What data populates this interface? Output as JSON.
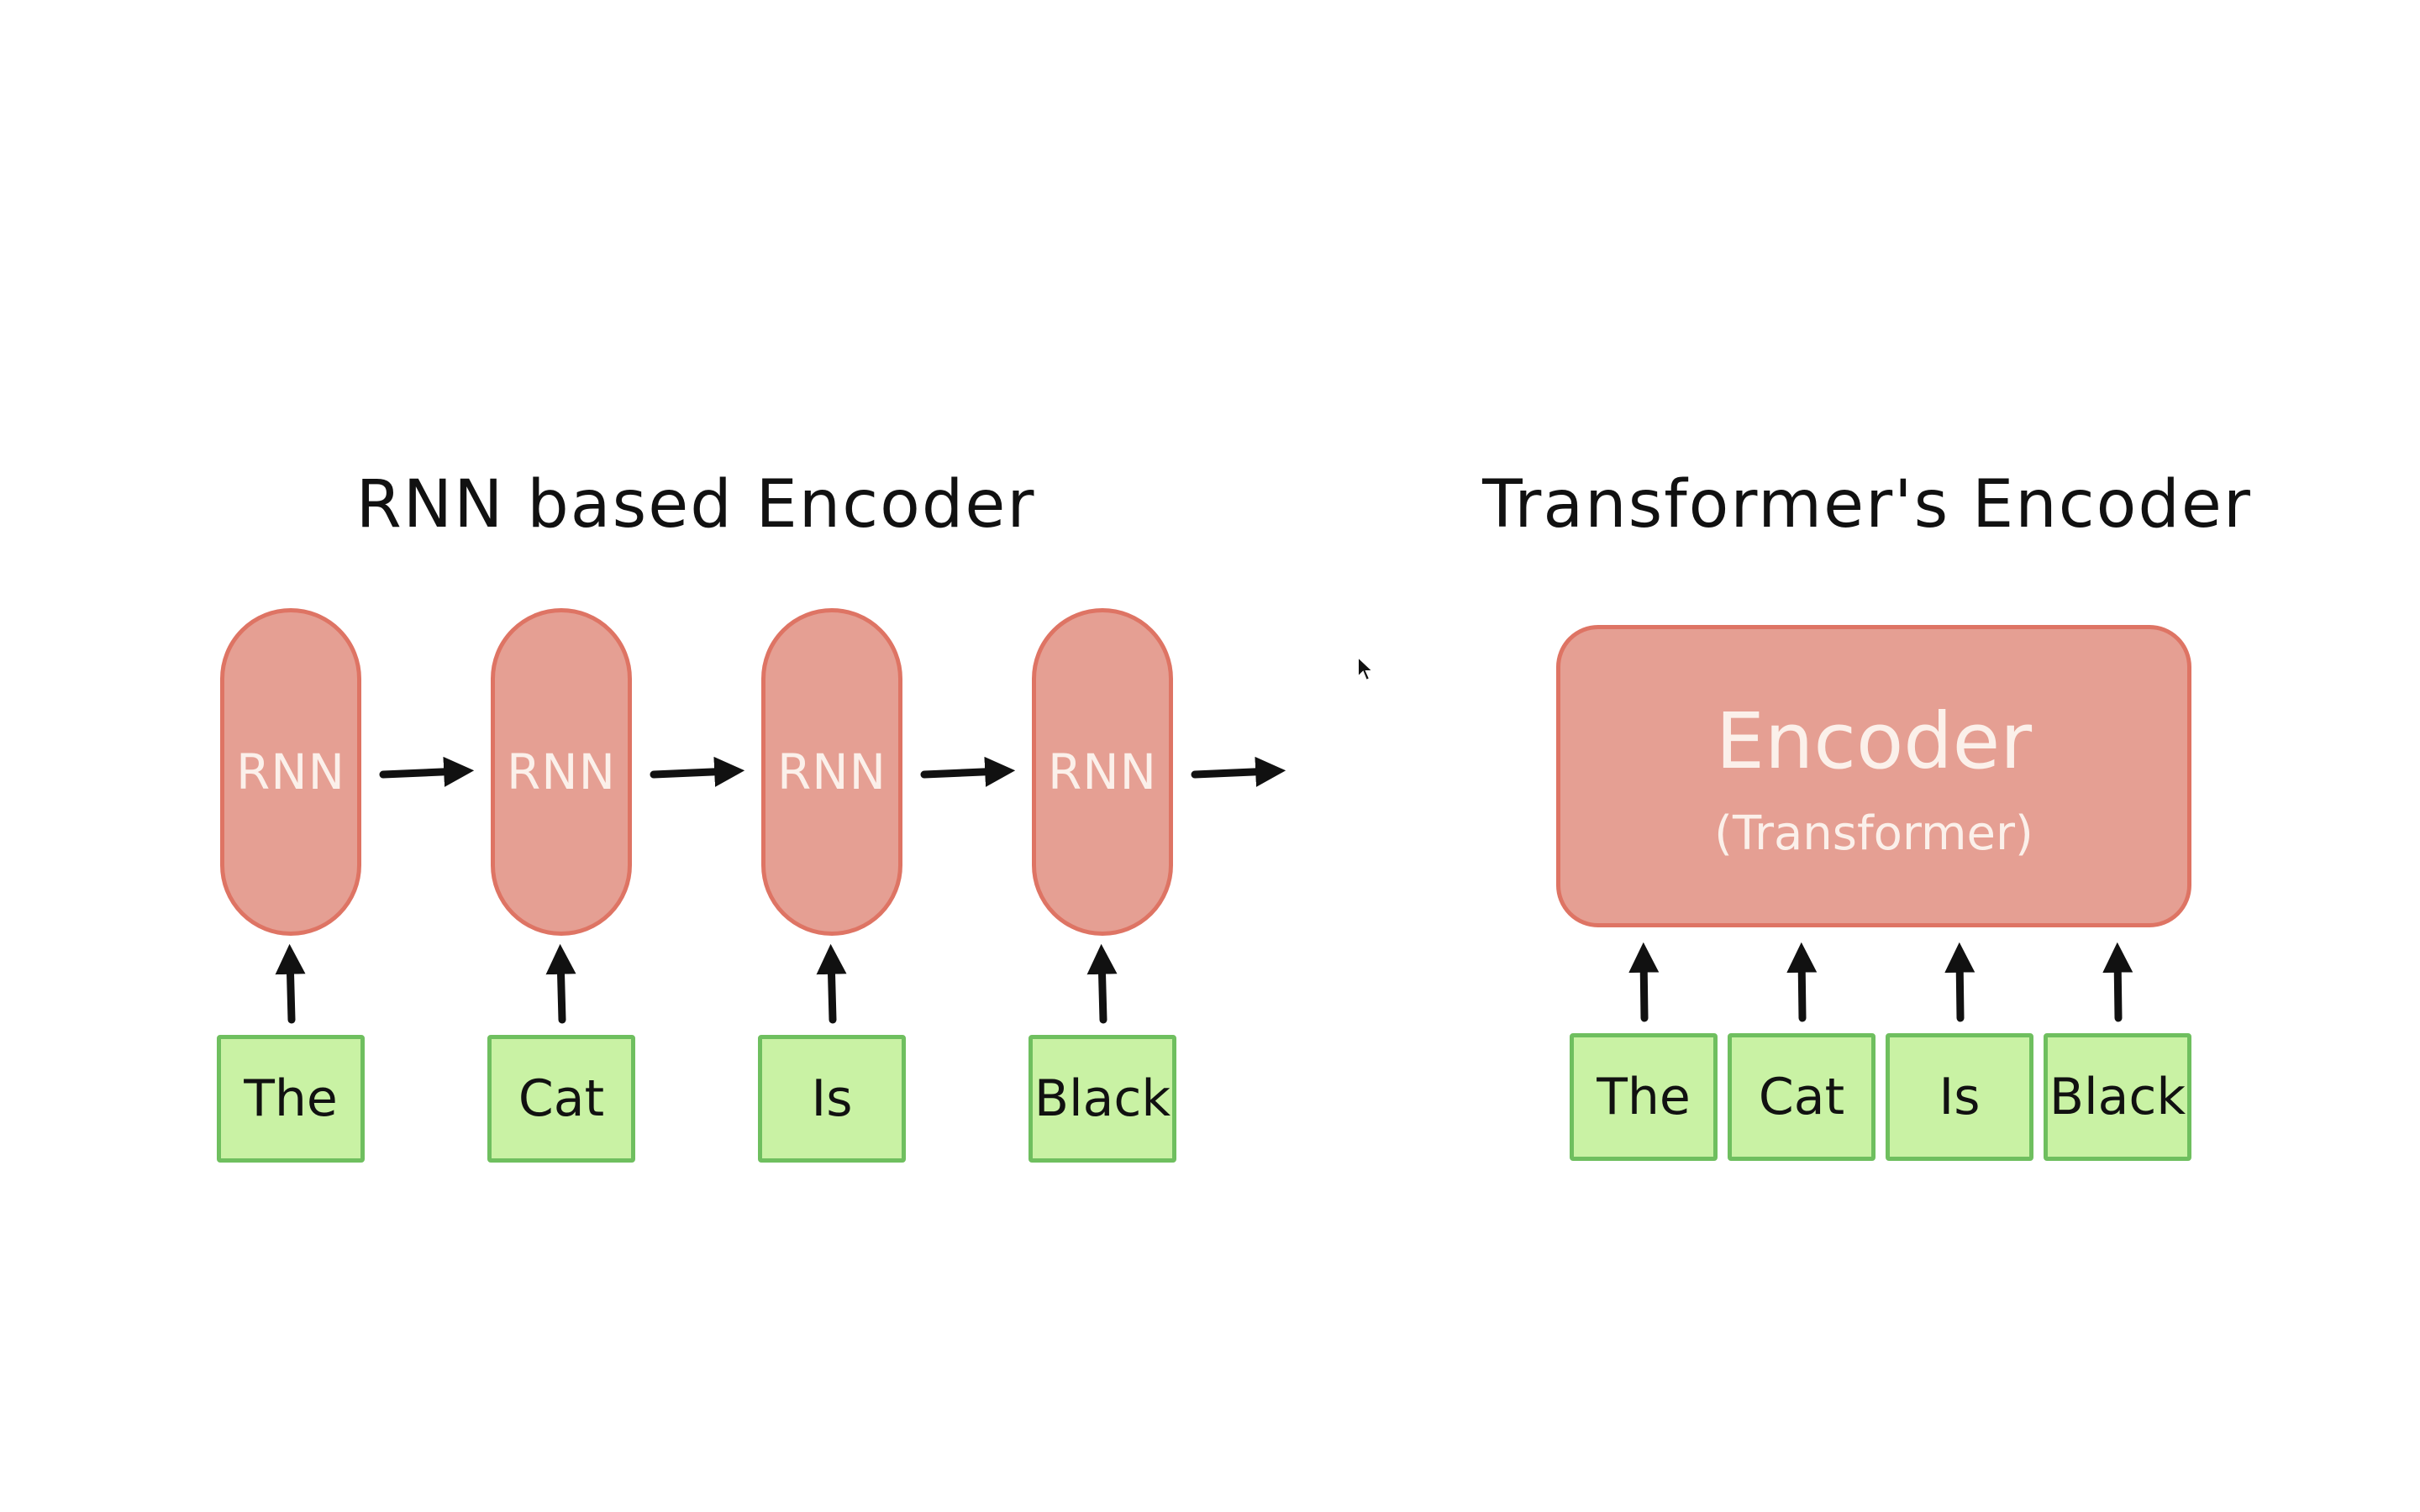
{
  "rnn_encoder": {
    "title": "RNN based Encoder",
    "cell_label": "RNN",
    "cells": [
      "RNN",
      "RNN",
      "RNN",
      "RNN"
    ],
    "tokens": [
      "The",
      "Cat",
      "Is",
      "Black"
    ]
  },
  "transformer_encoder": {
    "title": "Transformer's Encoder",
    "box_title": "Encoder",
    "box_subtitle": "(Transformer)",
    "tokens": [
      "The",
      "Cat",
      "Is",
      "Black"
    ]
  },
  "colors": {
    "cell_fill": "#e59f93",
    "cell_border": "#de7464",
    "token_fill": "#c9f2a4",
    "token_border": "#6fbf5f",
    "arrow": "#111111"
  },
  "icons": {
    "pointer": "mouse-cursor-icon"
  }
}
